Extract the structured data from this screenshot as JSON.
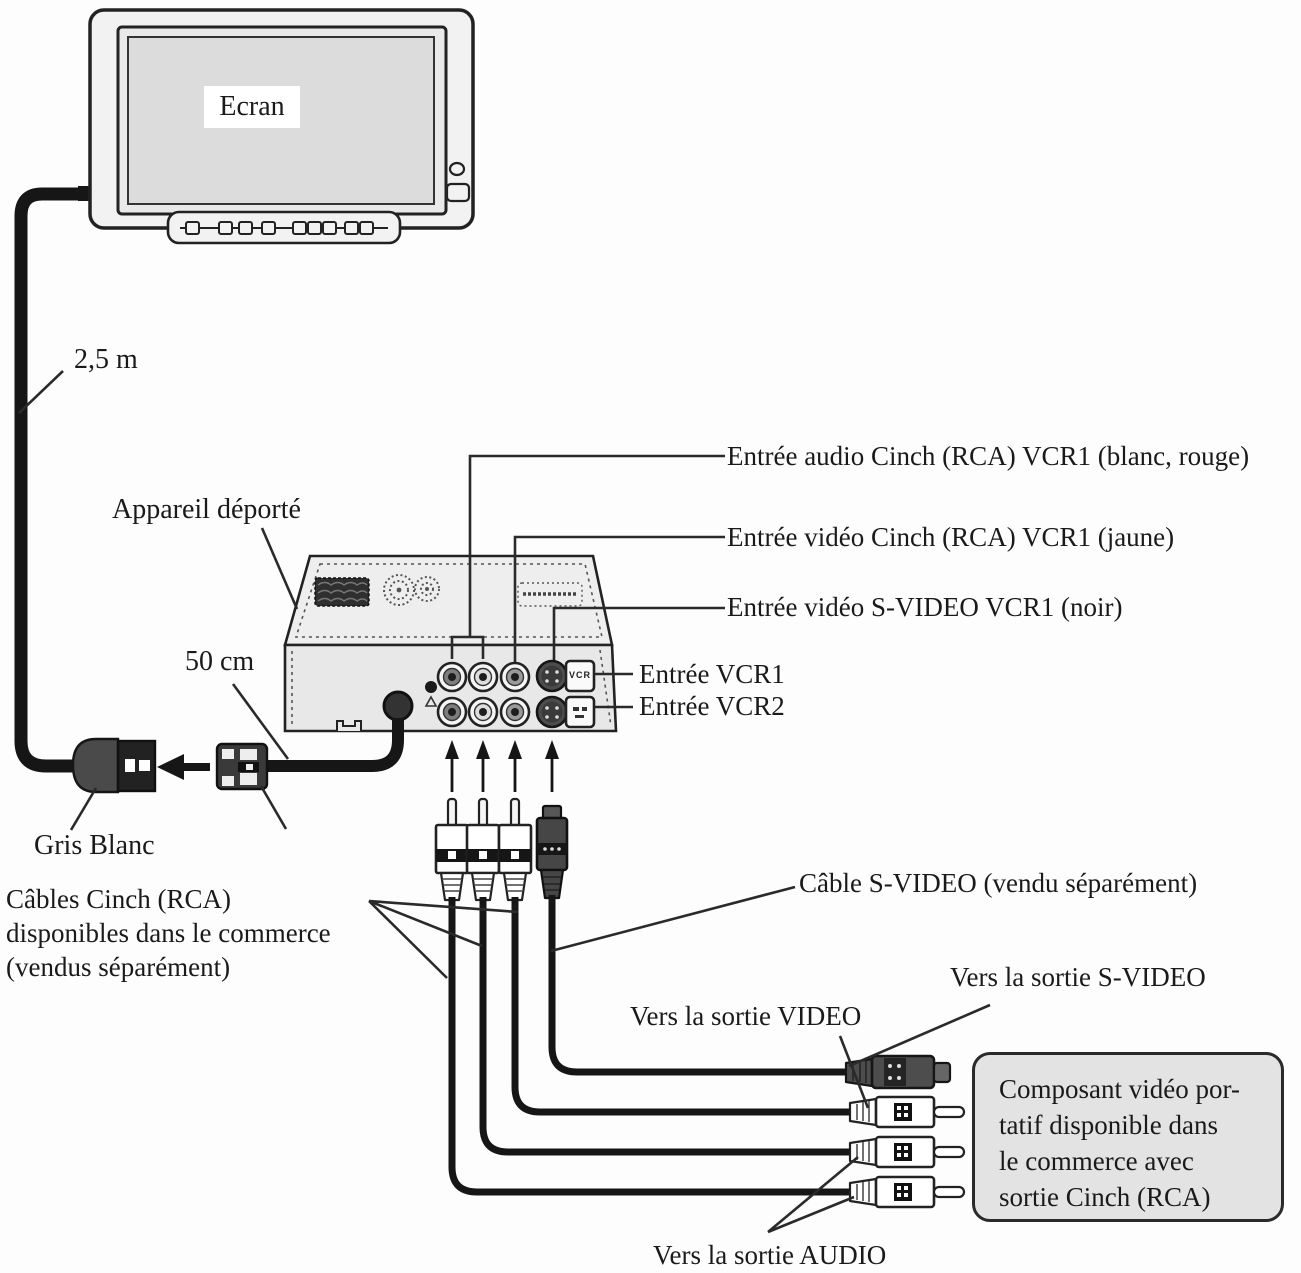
{
  "diagram_title_implicit": "VCR input connection diagram (French AV installation manual)",
  "labels": {
    "screen": "Ecran",
    "monitor_cable_length": "2,5 m",
    "hideaway_unit": "Appareil déporté",
    "connector_cable_length": "50 cm",
    "connector_colors": "Gris Blanc",
    "rca_cables_note": {
      "line1": "Câbles Cinch (RCA)",
      "line2": "disponibles dans le commerce",
      "line3": "(vendus séparément)"
    },
    "audio_input": "Entrée audio Cinch (RCA) VCR1 (blanc, rouge)",
    "video_input": "Entrée vidéo Cinch (RCA) VCR1 (jaune)",
    "svideo_input": "Entrée vidéo S-VIDEO VCR1 (noir)",
    "vcr1_input": "Entrée VCR1",
    "vcr2_input": "Entrée VCR2",
    "svideo_cable": "Câble S-VIDEO (vendu séparément)",
    "to_svideo_output": "Vers la sortie S-VIDEO",
    "to_video_output": "Vers la sortie VIDEO",
    "to_audio_output": "Vers la sortie AUDIO",
    "portable_box": {
      "line1": "Composant vidéo por-",
      "line2": "tatif disponible dans",
      "line3": "le commerce avec",
      "line4": "sortie Cinch (RCA)"
    },
    "vcr_port_label": "VCR"
  },
  "colors": {
    "ink": "#1a1a1a",
    "line": "#2a2a2a",
    "cable": "#161616",
    "device_fill": "#ebebeb",
    "box_fill": "#e3e3e3",
    "connector_dark": "#4a4a4a"
  }
}
